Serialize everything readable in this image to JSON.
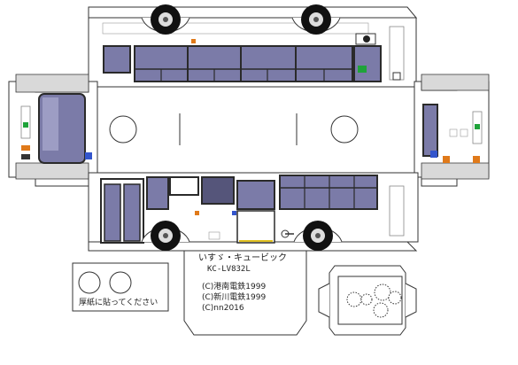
{
  "model": {
    "name": "いすゞ・キュービック",
    "code": "KC-LV832L"
  },
  "credits": [
    "(C)港南電鉄1999",
    "(C)新川電鉄1999",
    "(C)nn2016"
  ],
  "instruction": "厚紙に貼ってください",
  "colors": {
    "body": "#ffffff",
    "outline": "#333333",
    "window": "#7b7ba8",
    "window_dark": "#55557a",
    "frame": "#2a2a2a",
    "bumper": "#d9d9d9",
    "accent_green": "#1fa33a",
    "accent_orange": "#e07a1a",
    "accent_blue": "#3355cc",
    "tire": "#111111"
  },
  "icons": [
    "wheelchair-icon",
    "emergency-exit-icon"
  ]
}
